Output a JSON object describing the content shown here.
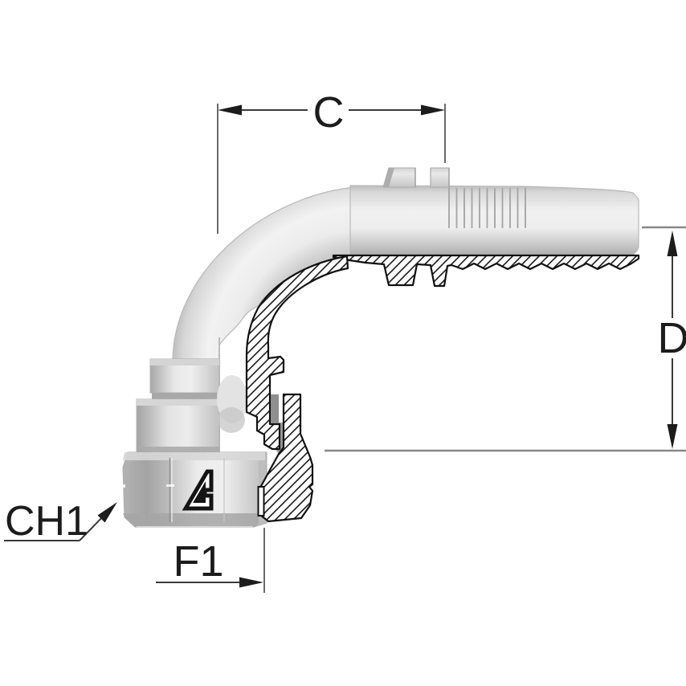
{
  "drawing": {
    "labels": {
      "c": "C",
      "d": "D",
      "ch1": "CH1",
      "f1": "F1"
    },
    "logo_icon": "manufacturer-a-mark",
    "colors": {
      "background": "#ffffff",
      "dimension_line": "#4a4a4a",
      "extension_line": "#888888",
      "label_text": "#1c1c1c",
      "section_outline": "#111111",
      "hatch_line": "#1a1a1a",
      "body_light": "#f1f1f1",
      "body_mid": "#cccccc",
      "body_dark": "#a6a6a6"
    }
  }
}
